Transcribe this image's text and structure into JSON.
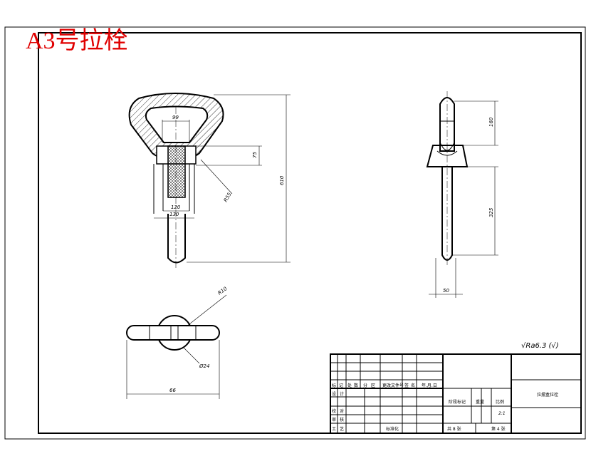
{
  "title": "A3号拉栓",
  "dims": {
    "d99": "99",
    "d75": "75",
    "d610": "610",
    "r55": "R55",
    "d120": "120",
    "d130": "130",
    "d160": "160",
    "d325": "325",
    "d50": "50",
    "r10": "R10",
    "phi24": "Ø24",
    "d66": "66"
  },
  "roughness": "√Ra6.3 (√)",
  "title_block": {
    "headers": [
      "标",
      "记",
      "处",
      "数",
      "分",
      "区",
      "更改文件号",
      "签",
      "名",
      "年.月.日"
    ],
    "row_labels": [
      "设",
      "计",
      "校",
      "对",
      "审",
      "核",
      "工",
      "艺"
    ],
    "standard": "标准化",
    "stage_mark": "阶段标记",
    "weight": "重量",
    "scale": "比例",
    "scale_value": "2:1",
    "total_sheets": "共 8 张",
    "sheet_no": "第 4 张",
    "part_name": "拉摆盒拉栓"
  }
}
